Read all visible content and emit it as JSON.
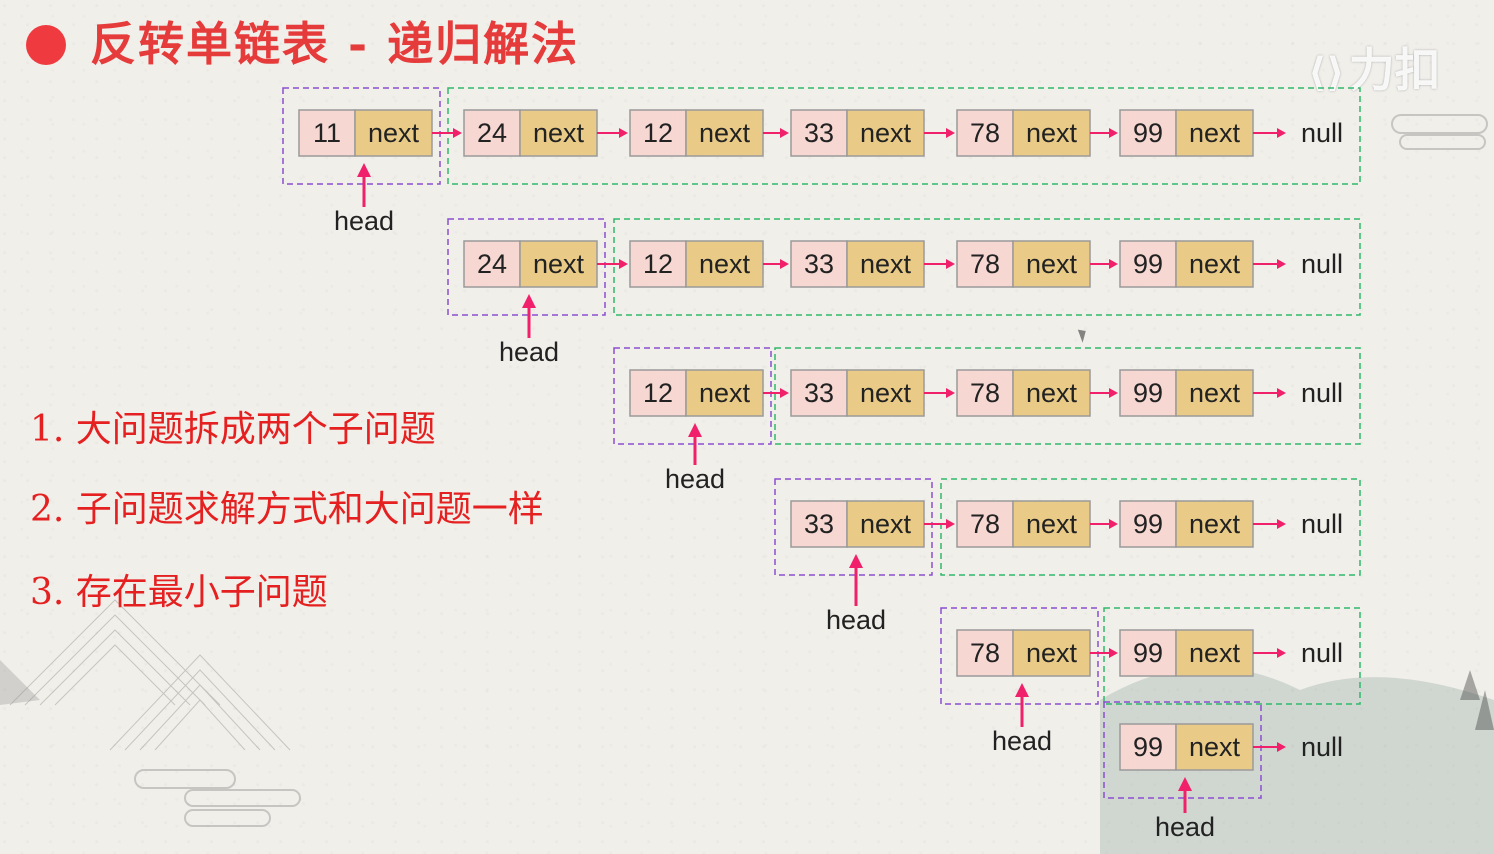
{
  "title": "反转单链表 - 递归解法",
  "logo_text": "力扣",
  "points": [
    "1. 大问题拆成两个子问题",
    "2. 子问题求解方式和大问题一样",
    "3. 存在最小子问题"
  ],
  "node_next_label": "next",
  "null_label": "null",
  "head_label": "head",
  "rows": [
    [
      "11",
      "24",
      "12",
      "33",
      "78",
      "99"
    ],
    [
      "24",
      "12",
      "33",
      "78",
      "99"
    ],
    [
      "12",
      "33",
      "78",
      "99"
    ],
    [
      "33",
      "78",
      "99"
    ],
    [
      "78",
      "99"
    ],
    [
      "99"
    ]
  ],
  "colors": {
    "title": "#e53b3b",
    "points": "#e52020",
    "arrow": "#f0206a",
    "value_cell": "#f6d7d2",
    "next_cell": "#e9cb87",
    "purple_dash": "#8a4fcf",
    "green_dash": "#31b86a"
  }
}
